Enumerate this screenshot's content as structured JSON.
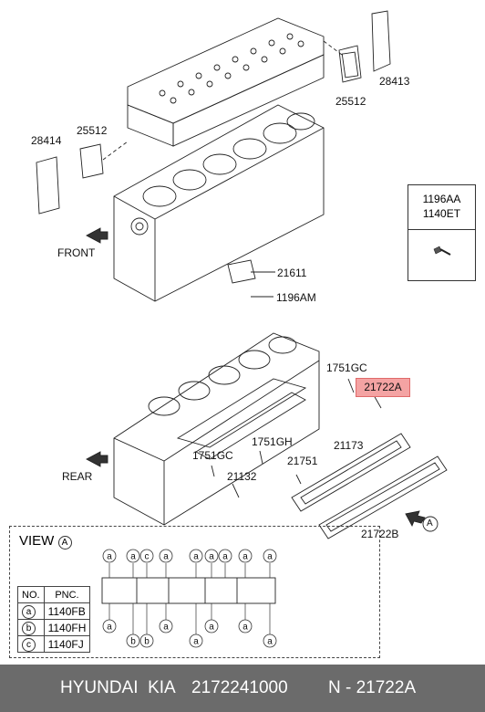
{
  "labels": {
    "p28413": "28413",
    "p25512_right": "25512",
    "p28414": "28414",
    "p25512_left": "25512",
    "front": "FRONT",
    "p21611": "21611",
    "p1196AM": "1196AM",
    "p1751GC_top": "1751GC",
    "p21722A": "21722A",
    "p1751GH": "1751GH",
    "p1751GC_bottom": "1751GC",
    "p21173": "21173",
    "p21751": "21751",
    "rear": "REAR",
    "p21132": "21132",
    "p21722B": "21722B",
    "callout_a": "A"
  },
  "inset": {
    "line1": "1196AA",
    "line2": "1140ET"
  },
  "view": {
    "title": "VIEW",
    "marker": "A"
  },
  "legend": {
    "headers": [
      "NO.",
      "PNC."
    ],
    "rows": [
      {
        "no": "a",
        "pnc": "1140FB"
      },
      {
        "no": "b",
        "pnc": "1140FH"
      },
      {
        "no": "c",
        "pnc": "1140FJ"
      }
    ]
  },
  "view_top_markers": [
    "a",
    "a",
    "c",
    "a",
    "a",
    "a",
    "a",
    "a",
    "a"
  ],
  "view_bottom_markers": [
    "a",
    "b",
    "b",
    "a",
    "a",
    "a",
    "a",
    "a"
  ],
  "footer": {
    "brand": "HYUNDAI  KIA",
    "part_no": "2172241000",
    "code": "N - 21722A"
  },
  "colors": {
    "highlight": "#f4a3a3",
    "footer_bg": "#6b6b6b"
  }
}
